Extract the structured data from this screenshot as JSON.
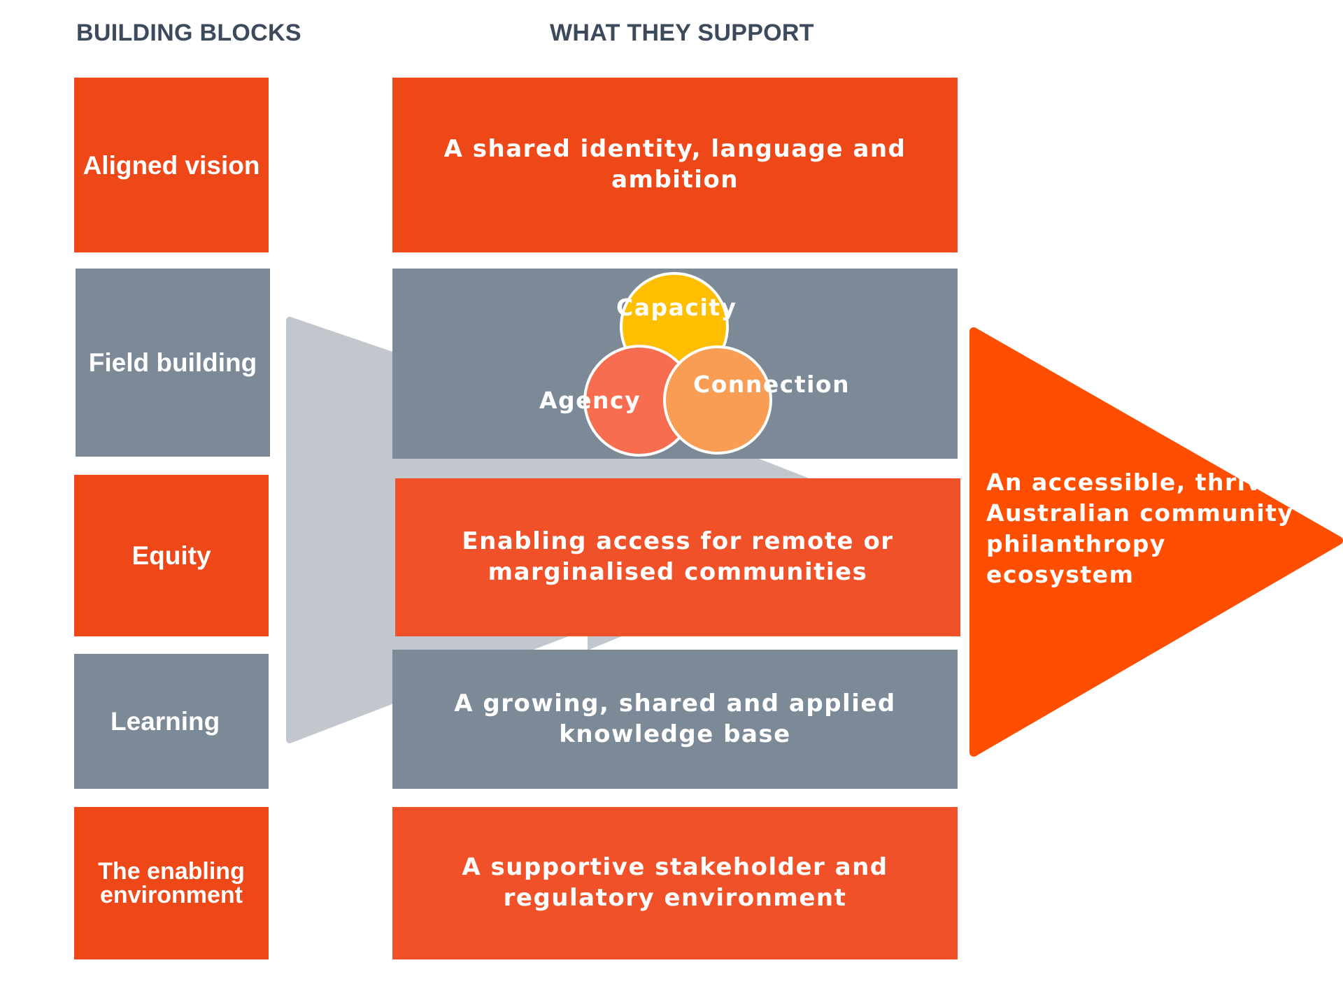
{
  "headers": {
    "building_blocks": "BUILDING BLOCKS",
    "what_they_support": "WHAT THEY SUPPORT"
  },
  "blocks": [
    {
      "label": "Aligned vision"
    },
    {
      "label": "Field building"
    },
    {
      "label": "Equity"
    },
    {
      "label": "Learning"
    },
    {
      "label": "The enabling environment"
    }
  ],
  "supports": [
    {
      "label": "A shared identity, language and ambition"
    },
    {
      "label": ""
    },
    {
      "label": "Enabling access for remote or marginalised communities"
    },
    {
      "label": "A growing, shared and applied knowledge base"
    },
    {
      "label": "A supportive stakeholder and regulatory environment"
    }
  ],
  "venn": {
    "capacity": "Capacity",
    "agency": "Agency",
    "connection": "Connection"
  },
  "outcome": {
    "label": "An accessible, thriving Australian community philanthropy ecosystem"
  },
  "colors": {
    "orange": "#ee4819",
    "grey": "#7b8a96",
    "light_grey_arrow": "#c1c7cd",
    "outcome_orange": "#ff4e00",
    "capacity_yellow": "#ffbe00",
    "agency_coral": "#f86d4f",
    "connection_peach": "#f99d55",
    "header_text": "#3d4a5c"
  }
}
